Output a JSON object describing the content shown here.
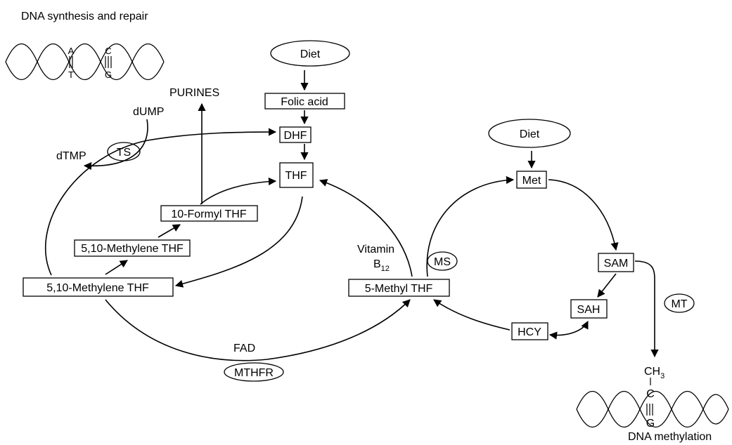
{
  "titles": {
    "synthesis": "DNA synthesis and repair",
    "methylation": "DNA methylation"
  },
  "nodes": {
    "diet_folate": "Diet",
    "folic_acid": "Folic acid",
    "dhf": "DHF",
    "thf": "THF",
    "formyl_thf": "10-Formyl THF",
    "methylene_thf_upper": "5,10-Methylene THF",
    "methylene_thf_lower": "5,10-Methylene THF",
    "methyl_thf": "5-Methyl THF",
    "diet_met": "Diet",
    "met": "Met",
    "sam": "SAM",
    "sah": "SAH",
    "hcy": "HCY"
  },
  "labels": {
    "purines": "PURINES",
    "dump": "dUMP",
    "dtmp": "dTMP",
    "fad": "FAD",
    "vitamin": "Vitamin",
    "b12_main": "B",
    "b12_sub": "12"
  },
  "enzymes": {
    "ts": "TS",
    "ms": "MS",
    "mthfr": "MTHFR",
    "mt": "MT"
  },
  "dna_top": {
    "a": "A",
    "t": "T",
    "c": "C",
    "g": "G"
  },
  "dna_bottom": {
    "ch3_main": "CH",
    "ch3_sub": "3",
    "c": "C",
    "g": "G"
  }
}
